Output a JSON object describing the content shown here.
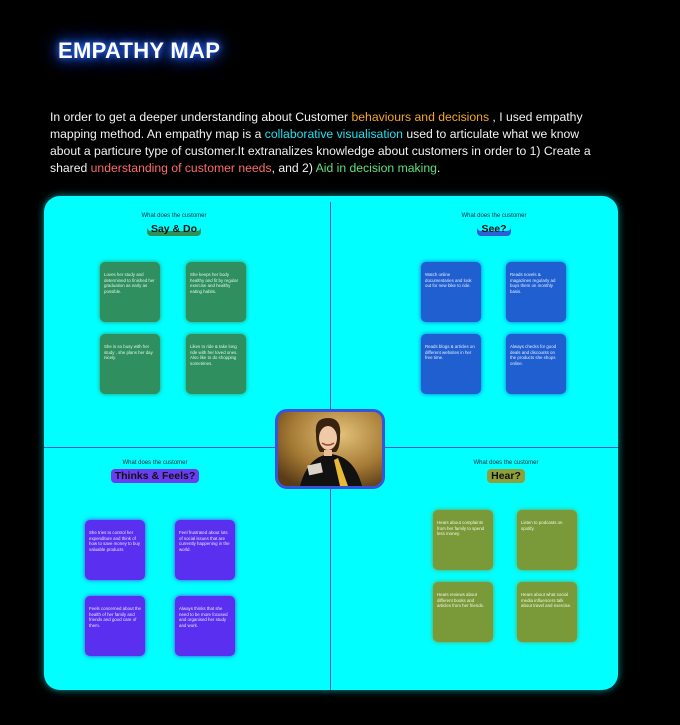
{
  "title": "EMPATHY MAP",
  "intro": {
    "p1": "In order to get a deeper understanding about Customer ",
    "h1": "behaviours and decisions",
    "p2": " , I used empathy mapping method. An empathy map is a ",
    "h2": "collaborative visualisation",
    "p3": " used to articulate what we know about a particure type of customer.It extranalizes knowledge about customers in order to 1) Create a shared ",
    "h3": "understanding of customer needs",
    "p4": ", and 2) ",
    "h4": "Aid in decision making",
    "p5": "."
  },
  "quadrants": {
    "say": {
      "sub": "What does the customer",
      "title": "Say & Do",
      "notes": [
        "Loves her study and determined to finished her graduation as early as possible.",
        "She keeps her body healthy and fit by regular exercise and  healthy eating habits.",
        "She is so busy with her study , she plans her day nicely.",
        "Likes to ride & take long ride with her loved ones. Also like to do shopping sometimes."
      ]
    },
    "see": {
      "sub": "What does the customer",
      "title": "See?",
      "notes": [
        "Watch online documentaries and look out for new bike to ride.",
        "Reads novels & magazines regularly ad buys them on monthly basis.",
        "Reads blogs & articles on different websites in her free time.",
        "Always checks for good deals and discounts on the products she shops online."
      ]
    },
    "think": {
      "sub": "What does the customer",
      "title": "Thinks & Feels?",
      "notes": [
        "She tries to control her expenditure and think of how to save money to buy valuable products",
        "Feel frustrated about lots of social issues that are currently happening in the world.",
        "Feels concerned about the health of her family and friends and good care of them.",
        "Always thinks that she need to be more focused and organised her study and work."
      ]
    },
    "hear": {
      "sub": "What does the customer",
      "title": "Hear?",
      "notes": [
        "Hears about complaints from her family to spend less money.",
        "Listen to podcasts on spotify.",
        "Hears reviews about different books and articles from her friends.",
        "Hears about what social media influencers talk about travel and exercise."
      ]
    }
  }
}
